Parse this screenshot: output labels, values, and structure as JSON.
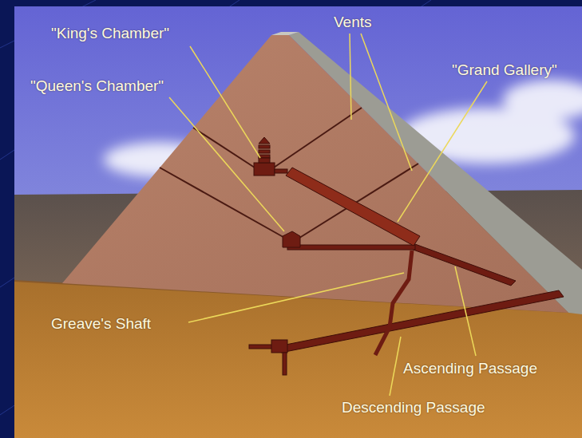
{
  "diagram": {
    "labels": [
      "\"King's Chamber\"",
      "\"Queen's Chamber\"",
      "Vents",
      "\"Grand Gallery\"",
      "Greave's Shaft",
      "Ascending Passage",
      "Descending Passage"
    ]
  }
}
